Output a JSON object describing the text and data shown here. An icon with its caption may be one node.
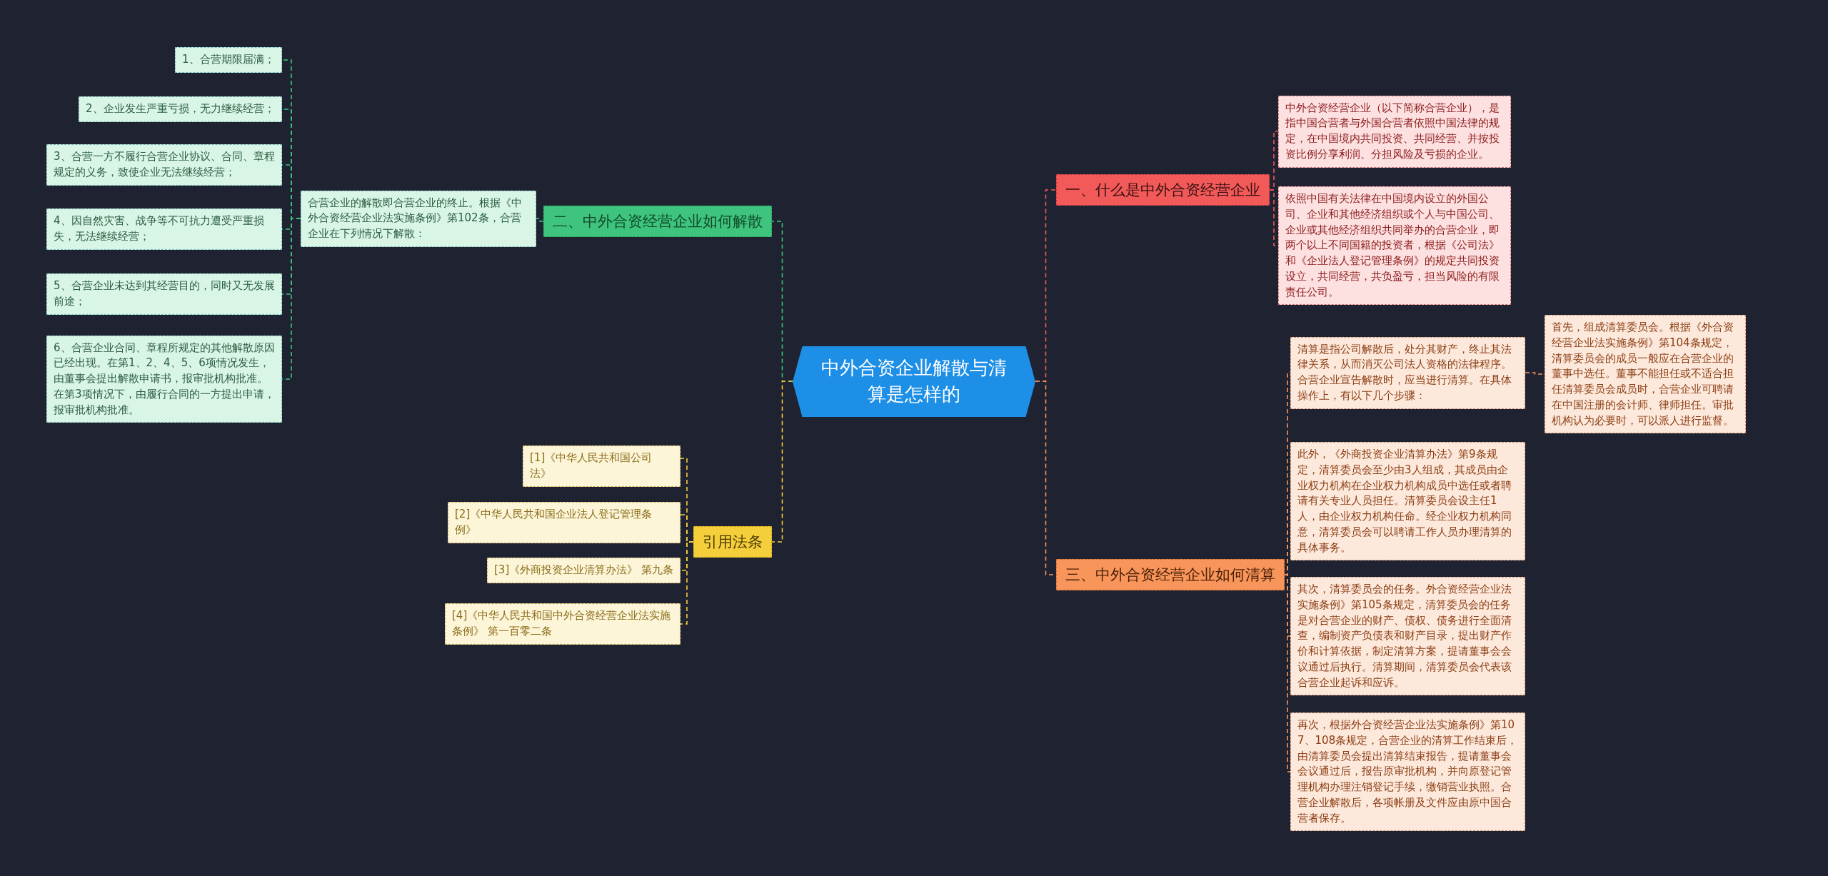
{
  "diagram": {
    "nodes": [
      {
        "text": [
          "中外合资企业解散与清算是怎样的"
        ]
      },
      {
        "text": [
          "一、什么是中外合资经营企业"
        ]
      },
      {
        "text": [
          "中外合资经营企业（以下简称合营企业），是指中国合营者与外国合营者依照中国法律的规定，在中国境内共同投资、共同经营、并按投资比例分享利润、分担风险及亏损的企业。"
        ]
      },
      {
        "text": [
          "依照中国有关法律在中国境内设立的外国公司、企业和其他经济组织或个人与中国公司、企业或其他经济组织共同举办的合营企业，即两个以上不同国籍的投资者，根据《公司法》和《企业法人登记管理条例》的规定共同投资设立，共同经营，共负盈亏，担当风险的有限责任公司。"
        ]
      },
      {
        "text": [
          "二、中外合资经营企业如何解散"
        ]
      },
      {
        "text": [
          "合营企业的解散即合营企业的终止。根据《中外合资经营企业法实施条例》第102条，合营企业在下列情况下解散："
        ]
      },
      {
        "text": [
          "1、合营期限届满；"
        ]
      },
      {
        "text": [
          "2、企业发生严重亏损，无力继续经营；"
        ]
      },
      {
        "text": [
          "3、合营一方不履行合营企业协议、合同、章程规定的义务，致使企业无法继续经营；"
        ]
      },
      {
        "text": [
          "4、因自然灾害、战争等不可抗力遭受严重损失，无法继续经营；"
        ]
      },
      {
        "text": [
          "5、合营企业未达到其经营目的，同时又无发展前途；"
        ]
      },
      {
        "text": [
          "6、合营企业合同、章程所规定的其他解散原因已经出现。在第1、2、4、5、6项情况发生，由董事会提出解散申请书，报审批机构批准。在第3项情况下，由履行合同的一方提出申请，报审批机构批准。"
        ]
      },
      {
        "text": [
          "引用法条"
        ]
      },
      {
        "text": [
          "[1]《中华人民共和国公司法》"
        ]
      },
      {
        "text": [
          "[2]《中华人民共和国企业法人登记管理条例》"
        ]
      },
      {
        "text": [
          "[3]《外商投资企业清算办法》 第九条"
        ]
      },
      {
        "text": [
          "[4]《中华人民共和国中外合资经营企业法实施条例》 第一百零二条"
        ]
      },
      {
        "text": [
          "三、中外合资经营企业如何清算"
        ]
      },
      {
        "text": [
          "清算是指公司解散后，处分其财产，终止其法律关系，从而消灭公司法人资格的法律程序。合营企业宣告解散时，应当进行清算。在具体操作上，有以下几个步骤："
        ]
      },
      {
        "text": [
          "首先，组成清算委员会。根据《外合资经营企业法实施条例》第104条规定，清算委员会的成员一般应在合营企业的董事中选任。董事不能担任或不适合担任清算委员会成员时，合营企业可聘请在中国注册的会计师、律师担任。审批机构认为必要时，可以派人进行监督。"
        ]
      },
      {
        "text": [
          "此外，《外商投资企业清算办法》第9条规定，清算委员会至少由3人组成，其成员由企业权力机构在企业权力机构成员中选任或者聘请有关专业人员担任。清算委员会设主任1人，由企业权力机构任命。经企业权力机构同意，清算委员会可以聘请工作人员办理清算的具体事务。"
        ]
      },
      {
        "text": [
          "其次，清算委员会的任务。外合资经营企业法实施条例》第105条规定，清算委员会的任务是对合营企业的财产、债权、债务进行全面清查，编制资产负债表和财产目录，提出财产作价和计算依据，制定清算方案，提请董事会会议通过后执行。清算期间，清算委员会代表该合营企业起诉和应诉。"
        ]
      },
      {
        "text": [
          "再次，根据外合资经营企业法实施条例》第107、108条规定，合营企业的清算工作结束后，由清算委员会提出清算结束报告，提请董事会会议通过后，报告原审批机构，并向原登记管理机构办理注销登记手续，缴销营业执照。合营企业解散后，各项帐册及文件应由原中国合营者保存。"
        ]
      }
    ],
    "edges": [
      {
        "from": 0,
        "to": 1,
        "arrow": "none",
        "style": "dashed",
        "color": "#f25a5a"
      },
      {
        "from": 1,
        "to": 2,
        "arrow": "none",
        "style": "dashed",
        "color": "#f25a5a"
      },
      {
        "from": 1,
        "to": 3,
        "arrow": "none",
        "style": "dashed",
        "color": "#f25a5a"
      },
      {
        "from": 0,
        "to": 4,
        "arrow": "none",
        "style": "dashed",
        "color": "#3ec47d"
      },
      {
        "from": 4,
        "to": 5,
        "arrow": "none",
        "style": "dashed",
        "color": "#3ec47d"
      },
      {
        "from": 5,
        "to": 6,
        "arrow": "none",
        "style": "dashed",
        "color": "#3ec47d"
      },
      {
        "from": 5,
        "to": 7,
        "arrow": "none",
        "style": "dashed",
        "color": "#3ec47d"
      },
      {
        "from": 5,
        "to": 8,
        "arrow": "none",
        "style": "dashed",
        "color": "#3ec47d"
      },
      {
        "from": 5,
        "to": 9,
        "arrow": "none",
        "style": "dashed",
        "color": "#3ec47d"
      },
      {
        "from": 5,
        "to": 10,
        "arrow": "none",
        "style": "dashed",
        "color": "#3ec47d"
      },
      {
        "from": 5,
        "to": 11,
        "arrow": "none",
        "style": "dashed",
        "color": "#3ec47d"
      },
      {
        "from": 0,
        "to": 12,
        "arrow": "none",
        "style": "dashed",
        "color": "#f5cf3b"
      },
      {
        "from": 12,
        "to": 13,
        "arrow": "none",
        "style": "dashed",
        "color": "#f5cf3b"
      },
      {
        "from": 12,
        "to": 14,
        "arrow": "none",
        "style": "dashed",
        "color": "#f5cf3b"
      },
      {
        "from": 12,
        "to": 15,
        "arrow": "none",
        "style": "dashed",
        "color": "#f5cf3b"
      },
      {
        "from": 12,
        "to": 16,
        "arrow": "none",
        "style": "dashed",
        "color": "#f5cf3b"
      },
      {
        "from": 0,
        "to": 17,
        "arrow": "none",
        "style": "dashed",
        "color": "#f7955a"
      },
      {
        "from": 17,
        "to": 18,
        "arrow": "none",
        "style": "dashed",
        "color": "#f7955a"
      },
      {
        "from": 18,
        "to": 19,
        "arrow": "none",
        "style": "dashed",
        "color": "#f7955a"
      },
      {
        "from": 17,
        "to": 20,
        "arrow": "none",
        "style": "dashed",
        "color": "#f7955a"
      },
      {
        "from": 17,
        "to": 21,
        "arrow": "none",
        "style": "dashed",
        "color": "#f7955a"
      },
      {
        "from": 17,
        "to": 22,
        "arrow": "none",
        "style": "dashed",
        "color": "#f7955a"
      }
    ]
  }
}
